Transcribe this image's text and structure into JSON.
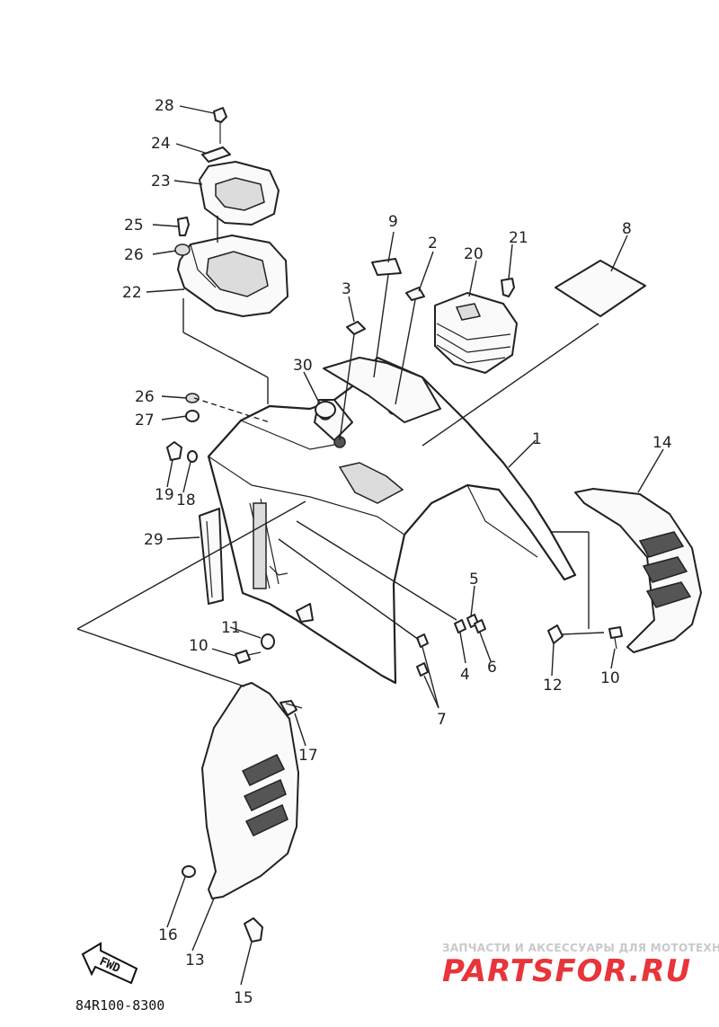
{
  "callouts": {
    "c1": "1",
    "c2": "2",
    "c3": "3",
    "c4": "4",
    "c5": "5",
    "c6": "6",
    "c7": "7",
    "c8": "8",
    "c9": "9",
    "c10a": "10",
    "c10b": "10",
    "c11": "11",
    "c12": "12",
    "c13": "13",
    "c14": "14",
    "c15": "15",
    "c16": "16",
    "c17": "17",
    "c18": "18",
    "c19": "19",
    "c20": "20",
    "c21": "21",
    "c22": "22",
    "c23": "23",
    "c24": "24",
    "c25": "25",
    "c26a": "26",
    "c26b": "26",
    "c27": "27",
    "c28": "28",
    "c29": "29",
    "c30": "30"
  },
  "fwd_label": "FWD",
  "diagram_code": "84R100-8300",
  "watermark": {
    "tagline": "ЗАПЧАСТИ И АКСЕССУАРЫ ДЛЯ МОТОТЕХНИКИ",
    "logo_text": "PARTSFOR.RU",
    "colors": {
      "brand_red": "#e8343a",
      "brand_gray": "#c9c9c9"
    }
  }
}
